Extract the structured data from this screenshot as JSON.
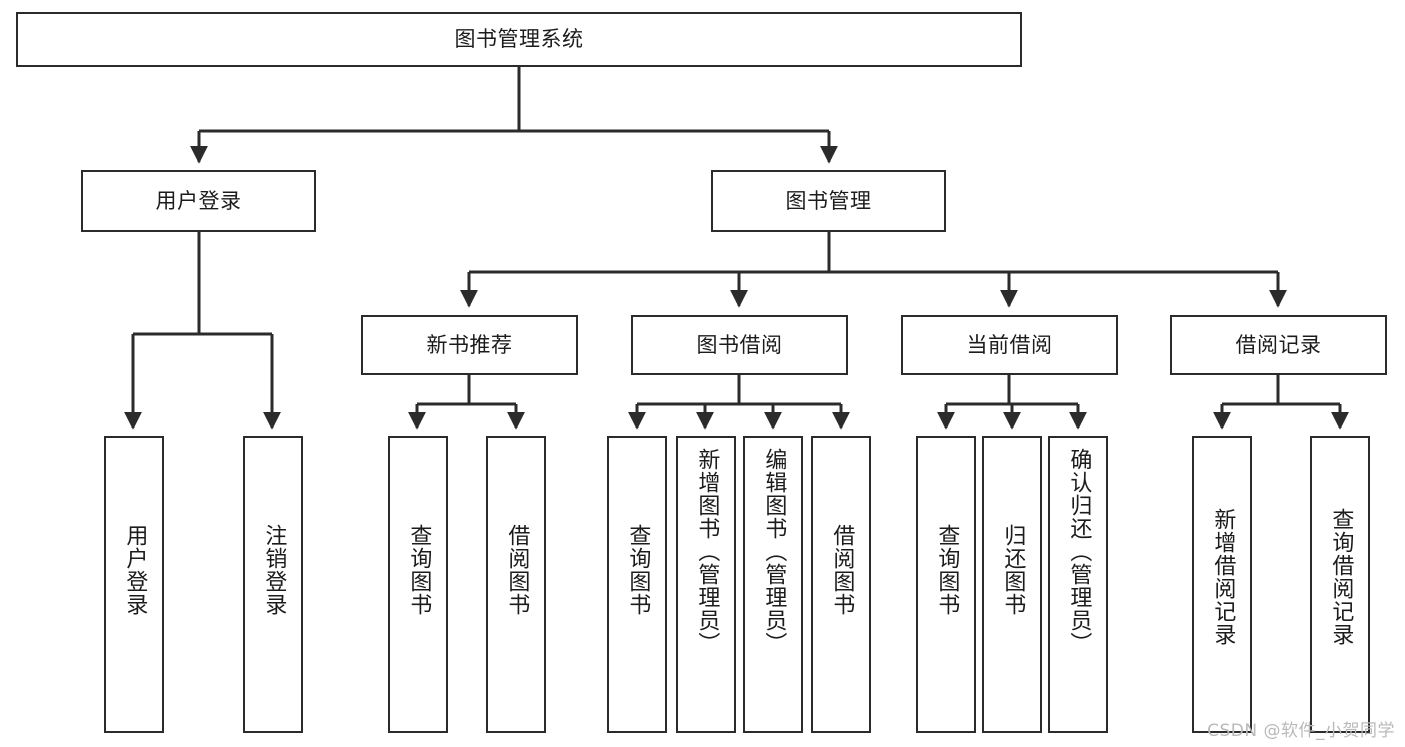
{
  "diagram": {
    "type": "tree",
    "title": "图书管理系统",
    "orientation": "top-down",
    "colors": {
      "box_border": "#2b2b2b",
      "box_fill": "#ffffff",
      "edge": "#2b2b2b",
      "text": "#1c1c1c",
      "background": "#ffffff",
      "watermark": "#b9b9b9"
    },
    "nodes": {
      "root": {
        "label": "图书管理系统",
        "level": 0
      },
      "l1": [
        {
          "id": "user_login",
          "label": "用户登录"
        },
        {
          "id": "book_manage",
          "label": "图书管理"
        }
      ],
      "l2": [
        {
          "id": "new_book_rec",
          "label": "新书推荐",
          "parent": "book_manage"
        },
        {
          "id": "book_borrow",
          "label": "图书借阅",
          "parent": "book_manage"
        },
        {
          "id": "current_borrow",
          "label": "当前借阅",
          "parent": "book_manage"
        },
        {
          "id": "borrow_record",
          "label": "借阅记录",
          "parent": "book_manage"
        }
      ],
      "leaves": [
        {
          "id": "leaf_user_login",
          "label": "用户登录",
          "parent": "user_login"
        },
        {
          "id": "leaf_logout",
          "label": "注销登录",
          "parent": "user_login"
        },
        {
          "id": "leaf_query_book_1",
          "label": "查询图书",
          "parent": "new_book_rec"
        },
        {
          "id": "leaf_borrow_book_1",
          "label": "借阅图书",
          "parent": "new_book_rec"
        },
        {
          "id": "leaf_query_book_2",
          "label": "查询图书",
          "parent": "book_borrow"
        },
        {
          "id": "leaf_add_book",
          "label": "新增图书（管理员）",
          "parent": "book_borrow"
        },
        {
          "id": "leaf_edit_book",
          "label": "编辑图书（管理员）",
          "parent": "book_borrow"
        },
        {
          "id": "leaf_borrow_book_2",
          "label": "借阅图书",
          "parent": "book_borrow"
        },
        {
          "id": "leaf_query_book_3",
          "label": "查询图书",
          "parent": "current_borrow"
        },
        {
          "id": "leaf_return_book",
          "label": "归还图书",
          "parent": "current_borrow"
        },
        {
          "id": "leaf_confirm_return",
          "label": "确认归还（管理员）",
          "parent": "current_borrow"
        },
        {
          "id": "leaf_add_record",
          "label": "新增借阅记录",
          "parent": "borrow_record"
        },
        {
          "id": "leaf_query_record",
          "label": "查询借阅记录",
          "parent": "borrow_record"
        }
      ]
    }
  },
  "watermark": {
    "text": "CSDN @软件_小贺同学"
  }
}
